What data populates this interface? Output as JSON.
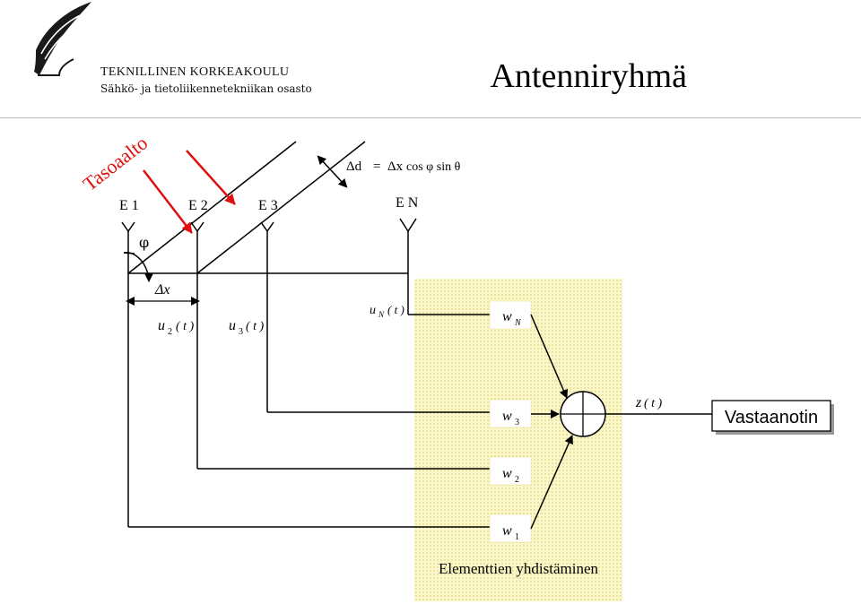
{
  "header": {
    "school": "TEKNILLINEN KORKEAKOULU",
    "department": "Sähkö- ja tietoliikennetekniikan osasto",
    "title": "Antenniryhmä"
  },
  "diagram": {
    "plane_wave_label": "Tasoaalto",
    "path_diff": {
      "lhs": "Δd",
      "eq": "=",
      "rhs_delta": "Δx",
      "rhs_rest": "cos φ sin θ"
    },
    "elements": [
      "E 1",
      "E 2",
      "E 3",
      "E N"
    ],
    "angle_label": "φ",
    "spacing_label": "Δx",
    "signals": [
      {
        "u": "u",
        "sub": "2",
        "arg": "( t )"
      },
      {
        "u": "u",
        "sub": "3",
        "arg": "( t )"
      },
      {
        "u": "u",
        "sub": "N",
        "arg": "( t )"
      }
    ],
    "weights": [
      {
        "w": "w",
        "sub": "N"
      },
      {
        "w": "w",
        "sub": "3"
      },
      {
        "w": "w",
        "sub": "2"
      },
      {
        "w": "w",
        "sub": "1"
      }
    ],
    "output_label": "z",
    "output_arg": "( t )",
    "receiver_label": "Vastaanotin",
    "combiner_caption": "Elementtien yhdistäminen",
    "colors": {
      "arrow_red": "#e01010",
      "panel": "#fbf7c8",
      "line": "#000000"
    }
  }
}
